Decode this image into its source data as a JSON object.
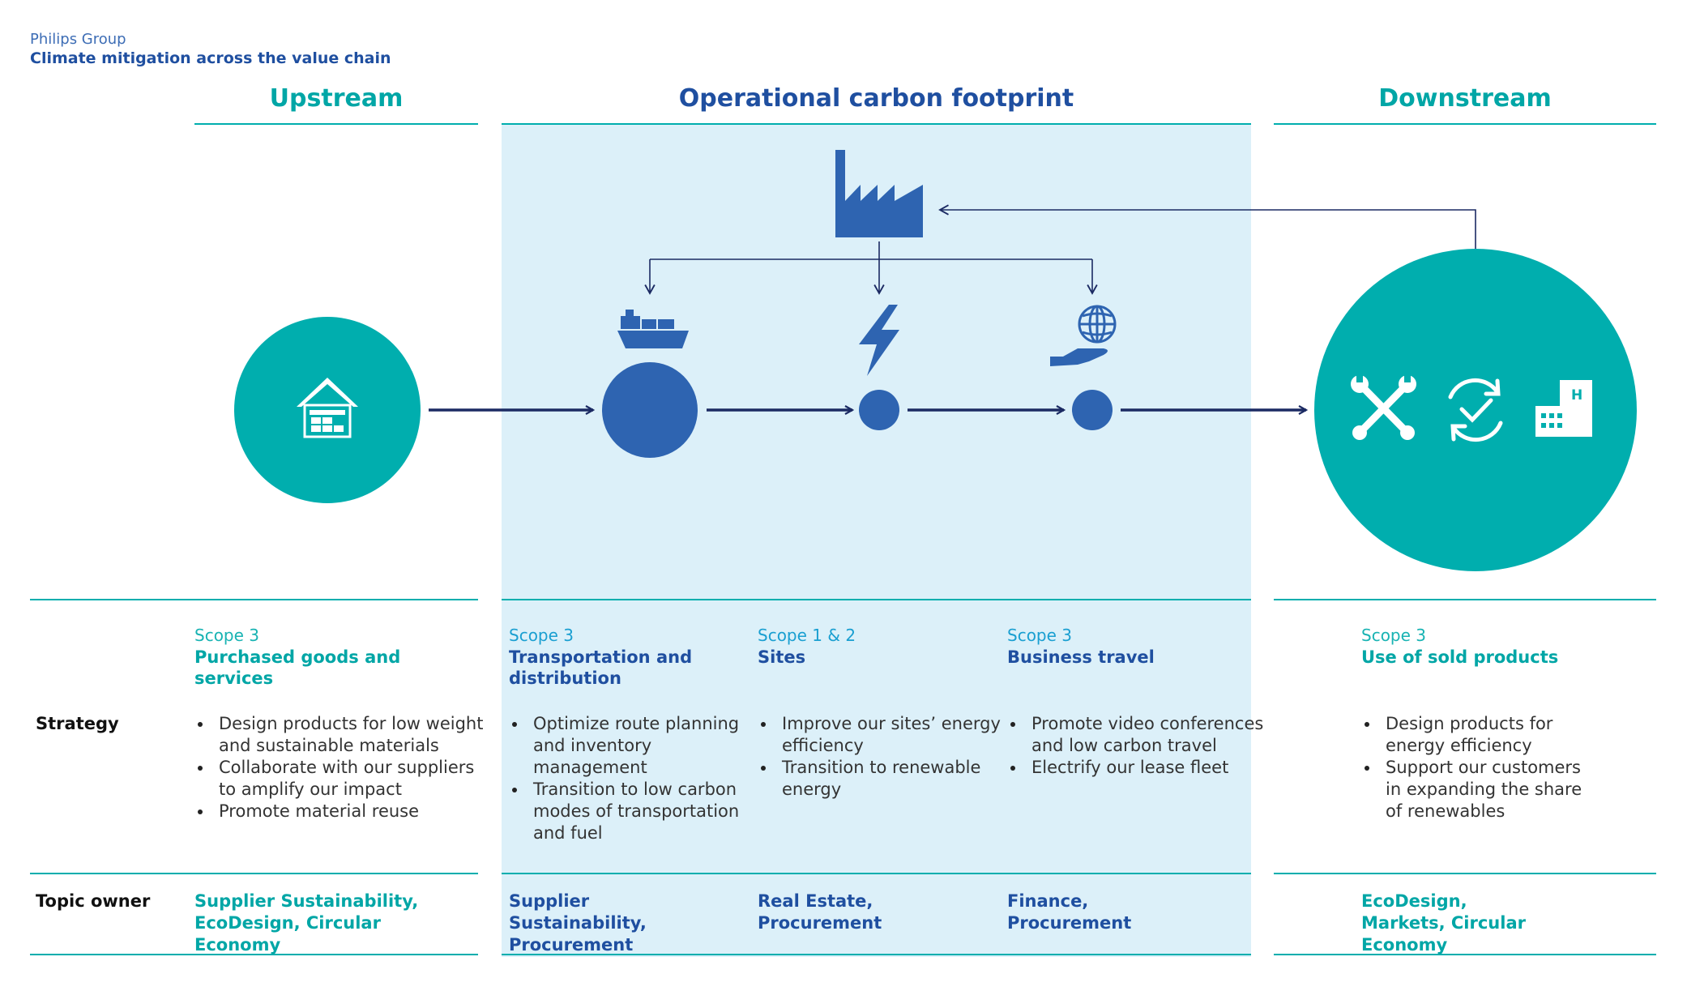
{
  "header": {
    "company": "Philips Group",
    "subtitle": "Climate mitigation across the value chain"
  },
  "columns": {
    "upstream": "Upstream",
    "operational": "Operational carbon footprint",
    "downstream": "Downstream"
  },
  "row_labels": {
    "strategy": "Strategy",
    "owner": "Topic owner"
  },
  "sections": [
    {
      "scope": "Scope 3",
      "category": "Purchased goods and services",
      "strategy": [
        "Design products for low weight and sustainable materials",
        "Collaborate with our suppliers to amplify our impact",
        "Promote material reuse"
      ],
      "owner": "Supplier Sustainability, EcoDesign, Circular Economy"
    },
    {
      "scope": "Scope 3",
      "category": "Transportation and distribution",
      "strategy": [
        "Optimize route planning and inventory management",
        "Transition to low carbon modes of transportation and fuel"
      ],
      "owner": "Supplier Sustainability, Procurement"
    },
    {
      "scope": "Scope 1 & 2",
      "category": "Sites",
      "strategy": [
        "Improve our sites’ energy efficiency",
        "Transition to renewable energy"
      ],
      "owner": "Real Estate, Procurement"
    },
    {
      "scope": "Scope 3",
      "category": "Business travel",
      "strategy": [
        "Promote video conferences and low carbon travel",
        "Electrify our lease fleet"
      ],
      "owner": "Finance, Procurement"
    },
    {
      "scope": "Scope 3",
      "category": "Use of sold products",
      "strategy": [
        "Design products for energy efficiency",
        "Support our customers in expanding the share of renewables"
      ],
      "owner": "EcoDesign, Markets, Circular Economy"
    }
  ],
  "icons": {
    "warehouse": "warehouse-icon",
    "factory": "factory-icon",
    "ship": "cargo-ship-icon",
    "lightning": "lightning-icon",
    "travel": "globe-airplane-icon",
    "tools": "tools-icon",
    "recycle": "refresh-check-icon",
    "hospital": "hospital-icon"
  },
  "colors": {
    "teal": "#00aeae",
    "dark_blue": "#2e64b1",
    "navy_arrow": "#1b2a63",
    "light_blue_bg": "#dcf0f9"
  }
}
